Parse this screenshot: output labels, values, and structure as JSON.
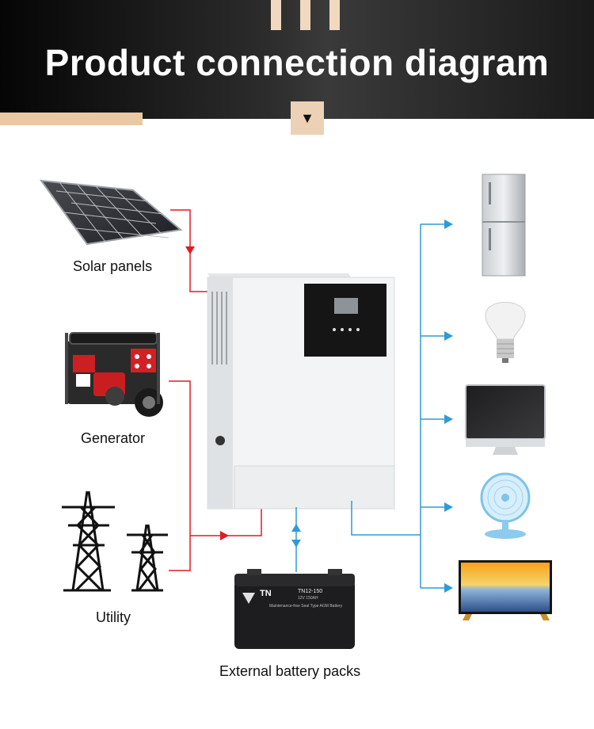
{
  "header": {
    "title": "Product connection diagram",
    "down_arrow": "▼"
  },
  "sources": {
    "solar": "Solar panels",
    "generator": "Generator",
    "utility": "Utility"
  },
  "battery": {
    "label": "External battery packs",
    "brand": "TN",
    "model": "TN12-150",
    "spec": "12V 150AH",
    "subtitle": "Maintenance-free Seal Type AGM Battery"
  },
  "loads": [
    "refrigerator",
    "light-bulb",
    "monitor",
    "fan",
    "television"
  ],
  "colors": {
    "input_line": "#e21b22",
    "output_line": "#2f9bd6",
    "accent": "#e9c8a6"
  },
  "icons": [
    "solar-panel-icon",
    "generator-icon",
    "utility-tower-icon",
    "inverter-icon",
    "battery-icon",
    "refrigerator-icon",
    "bulb-icon",
    "monitor-icon",
    "fan-icon",
    "tv-icon"
  ]
}
